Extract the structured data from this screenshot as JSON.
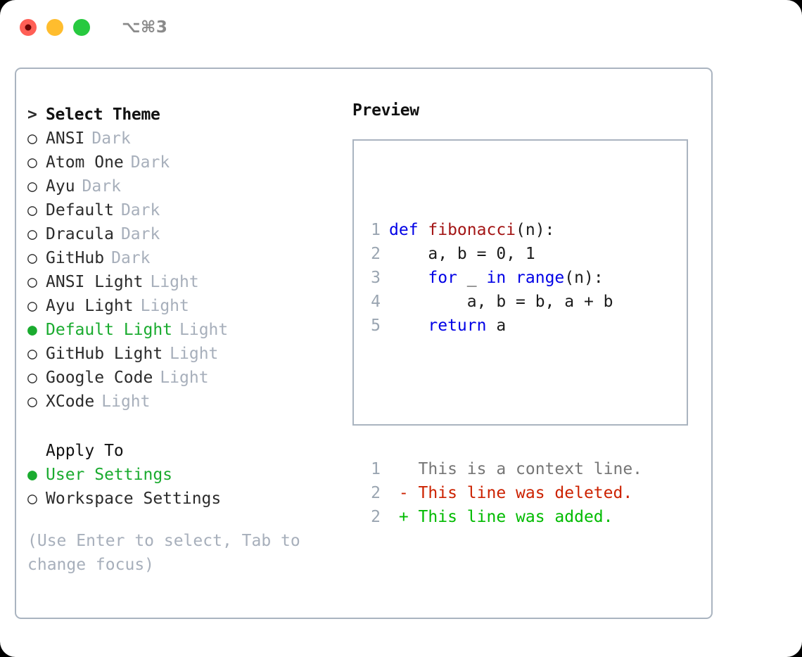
{
  "titlebar": {
    "shortcut": "⌥⌘3",
    "buttons": [
      {
        "name": "close",
        "color": "#ff5f56"
      },
      {
        "name": "minimize",
        "color": "#ffbd2e"
      },
      {
        "name": "maximize",
        "color": "#27c93f"
      }
    ]
  },
  "theme_panel": {
    "heading_marker": ">",
    "heading": "Select Theme",
    "marker_unselected": "○",
    "marker_selected": "●",
    "items": [
      {
        "label": "ANSI",
        "kind": "Dark",
        "selected": false
      },
      {
        "label": "Atom One",
        "kind": "Dark",
        "selected": false
      },
      {
        "label": "Ayu",
        "kind": "Dark",
        "selected": false
      },
      {
        "label": "Default",
        "kind": "Dark",
        "selected": false
      },
      {
        "label": "Dracula",
        "kind": "Dark",
        "selected": false
      },
      {
        "label": "GitHub",
        "kind": "Dark",
        "selected": false
      },
      {
        "label": "ANSI Light",
        "kind": "Light",
        "selected": false
      },
      {
        "label": "Ayu Light",
        "kind": "Light",
        "selected": false
      },
      {
        "label": "Default Light",
        "kind": "Light",
        "selected": true
      },
      {
        "label": "GitHub Light",
        "kind": "Light",
        "selected": false
      },
      {
        "label": "Google Code",
        "kind": "Light",
        "selected": false
      },
      {
        "label": "XCode",
        "kind": "Light",
        "selected": false
      }
    ]
  },
  "apply_to": {
    "heading": "Apply To",
    "items": [
      {
        "label": "User Settings",
        "selected": true
      },
      {
        "label": "Workspace Settings",
        "selected": false
      }
    ]
  },
  "hint": "(Use Enter to select, Tab to change focus)",
  "preview": {
    "title": "Preview",
    "code_lines": [
      {
        "num": "1",
        "tokens": [
          {
            "t": "def ",
            "c": "kw"
          },
          {
            "t": "fibonacci",
            "c": "fn"
          },
          {
            "t": "(n):",
            "c": "plain"
          }
        ]
      },
      {
        "num": "2",
        "tokens": [
          {
            "t": "    a, b = 0, 1",
            "c": "plain"
          }
        ]
      },
      {
        "num": "3",
        "tokens": [
          {
            "t": "    ",
            "c": "plain"
          },
          {
            "t": "for",
            "c": "kw"
          },
          {
            "t": " _ ",
            "c": "plain"
          },
          {
            "t": "in",
            "c": "kw"
          },
          {
            "t": " ",
            "c": "plain"
          },
          {
            "t": "range",
            "c": "kw"
          },
          {
            "t": "(n):",
            "c": "plain"
          }
        ]
      },
      {
        "num": "4",
        "tokens": [
          {
            "t": "        a, b = b, a + b",
            "c": "plain"
          }
        ]
      },
      {
        "num": "5",
        "tokens": [
          {
            "t": "    ",
            "c": "plain"
          },
          {
            "t": "return",
            "c": "kw"
          },
          {
            "t": " a",
            "c": "plain"
          }
        ]
      }
    ],
    "diff_lines": [
      {
        "num": "1",
        "tokens": [
          {
            "t": "   This is a context line.",
            "c": "ctx"
          }
        ]
      },
      {
        "num": "2",
        "tokens": [
          {
            "t": " - This line was deleted.",
            "c": "del"
          }
        ]
      },
      {
        "num": "2",
        "tokens": [
          {
            "t": " + This line was added.",
            "c": "add"
          }
        ]
      }
    ]
  },
  "colors": {
    "accent_green": "#1aab2f",
    "muted_gray": "#a7afbb",
    "border": "#aab4c0",
    "keyword_blue": "#0000e6",
    "function_red": "#a31515",
    "diff_deleted": "#cc2200",
    "diff_added": "#00bb00",
    "line_number": "#9aa5b1"
  }
}
